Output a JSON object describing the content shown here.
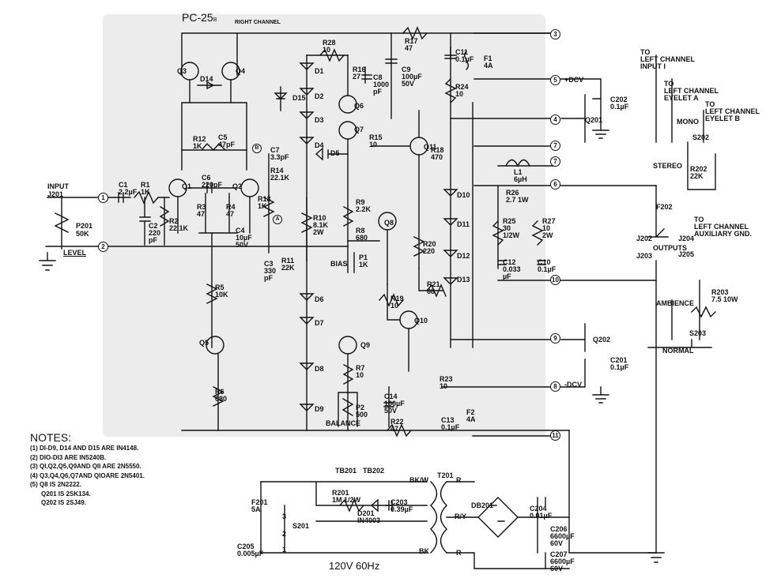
{
  "title": "PC-25",
  "title_suffix": "B",
  "channel": "RIGHT CHANNEL",
  "mains": "120V  60Hz",
  "input": {
    "label": "INPUT",
    "jack": "J201"
  },
  "level": {
    "pot": "P201",
    "value": "50K",
    "label": "LEVEL"
  },
  "terminals": [
    "1",
    "2",
    "3",
    "4",
    "5",
    "6",
    "7",
    "7",
    "8",
    "9",
    "10",
    "11"
  ],
  "test_points": [
    "A",
    "B"
  ],
  "supply_labels": {
    "pos": "+DCV",
    "neg": "-DCV"
  },
  "components": {
    "C1": [
      "C1",
      "2.2µF"
    ],
    "R1": [
      "R1",
      "1K"
    ],
    "C2": [
      "C2",
      "220",
      "pF"
    ],
    "R2": [
      "R2",
      "22.1K"
    ],
    "Q1": "Q1",
    "Q2": "Q2",
    "Q3": "Q3",
    "Q4": "Q4",
    "Q5": "Q5",
    "Q6": "Q6",
    "Q7": "Q7",
    "Q8": "Q8",
    "Q9": "Q9",
    "Q10": "Q10",
    "Q11": "Q11",
    "D14": "D14",
    "R12": [
      "R12",
      "1K"
    ],
    "C5": [
      "C5",
      "47pF"
    ],
    "C6": [
      "C6",
      "220pF"
    ],
    "R3": [
      "R3",
      "47"
    ],
    "R4": [
      "R4",
      "47"
    ],
    "C4": [
      "C4",
      "10µF",
      "50V"
    ],
    "R5": [
      "R5",
      "10K"
    ],
    "R6": [
      "R6",
      "680"
    ],
    "C7": [
      "C7",
      "3.3pF"
    ],
    "R14": [
      "R14",
      "22.1K"
    ],
    "R13": [
      "R13",
      "1K"
    ],
    "C3": [
      "C3",
      "330",
      "pF"
    ],
    "R11": [
      "R11",
      "22K"
    ],
    "R28": [
      "R28",
      "10"
    ],
    "D1": "D1",
    "D2": "D2",
    "D15": "D15",
    "D3": "D3",
    "D4": "D4",
    "D5": "D5",
    "D6": "D6",
    "D7": "D7",
    "D8": "D8",
    "D9": "D9",
    "R10": [
      "R10",
      "8.1K",
      "2W"
    ],
    "R16": [
      "R16",
      "27"
    ],
    "C8": [
      "C8",
      "1000",
      "pF"
    ],
    "C9": [
      "C9",
      "100µF",
      "50V"
    ],
    "R17": [
      "R17",
      "47"
    ],
    "R15": [
      "R15",
      "10"
    ],
    "R9": [
      "R9",
      "2.2K"
    ],
    "R8": [
      "R8",
      "680"
    ],
    "P1": [
      "P1",
      "1K"
    ],
    "BIAS": "BIAS",
    "R19": [
      "R19",
      "10"
    ],
    "R7": [
      "R7",
      "10"
    ],
    "P2": [
      "P2",
      "500"
    ],
    "BALANCE": "BALANCE",
    "C14": [
      "C14",
      "100µF",
      "50V"
    ],
    "R22": [
      "R22",
      "47"
    ],
    "R23": [
      "R23",
      "10"
    ],
    "C13": [
      "C13",
      "0.1µF"
    ],
    "F2": [
      "F2",
      "4A"
    ],
    "R18": [
      "R18",
      "470"
    ],
    "R20": [
      "R20",
      "220"
    ],
    "R21": [
      "R21",
      "68"
    ],
    "D10": "D10",
    "D11": "D11",
    "D12": "D12",
    "D13": "D13",
    "C11": [
      "C11",
      "0.1µF"
    ],
    "F1": [
      "F1",
      "4A"
    ],
    "R24": [
      "R24",
      "10"
    ],
    "C202": [
      "C202",
      "0.1µF"
    ],
    "Q201": "Q201",
    "Q202": "Q202",
    "C201": [
      "C201",
      "0.1µF"
    ],
    "L1": [
      "L1",
      "6µH"
    ],
    "R26": [
      "R26",
      "2.7",
      "1W"
    ],
    "R25": [
      "R25",
      "30",
      "1/2W"
    ],
    "R27": [
      "R27",
      "10",
      "2W"
    ],
    "C12": [
      "C12",
      "0.033",
      "µF"
    ],
    "C10": [
      "C10",
      "0.1µF"
    ],
    "TB201": "TB201",
    "TB202": "TB202",
    "R201": [
      "R201",
      "1M",
      "1/2W"
    ],
    "D201": [
      "D201",
      "IN4003"
    ],
    "C203": [
      "C203",
      "0.39µF"
    ],
    "F201": [
      "F201",
      "5A"
    ],
    "S201": "S201",
    "C205": [
      "C205",
      "0.005µF"
    ],
    "T201": "T201",
    "DB201": "DB201",
    "C204": [
      "C204",
      "0.01µF"
    ],
    "C206": [
      "C206",
      "6600µF",
      "60V"
    ],
    "C207": [
      "C207",
      "6600µF",
      "60V"
    ],
    "wire_labels": {
      "bkw": "BK/W",
      "ry": "R/Y",
      "bk": "BK",
      "r1": "R",
      "r2": "R"
    },
    "S201_pins": [
      "3",
      "2",
      "1"
    ]
  },
  "right_side": {
    "to_input": [
      "TO",
      "LEFT CHANNEL",
      "INPUT  I"
    ],
    "to_eyelet_a": [
      "TO",
      "LEFT CHANNEL",
      "EYELET  A"
    ],
    "to_eyelet_b": [
      "TO",
      "LEFT CHANNEL",
      "EYELET  B"
    ],
    "mono": "MONO",
    "s202": "S202",
    "stereo": "STEREO",
    "r202": [
      "R202",
      "22K"
    ],
    "f202": "F202",
    "j202": "J202",
    "j204": "J204",
    "j203": "J203",
    "j205": "J205",
    "outputs": "OUTPUTS",
    "to_aux": [
      "TO",
      "LEFT CHANNEL",
      "AUXILIARY GND."
    ],
    "r203": [
      "R203",
      "7.5   10W"
    ],
    "ambience": "AMBIENCE",
    "s203": "S203",
    "normal": "NORMAL"
  },
  "notes": {
    "heading": "NOTES:",
    "items": [
      {
        "n": "1",
        "text": "DI-D9, D14 AND D15 ARE IN4148."
      },
      {
        "n": "2",
        "text": "DIO-DI3 ARE IN5240B."
      },
      {
        "n": "3",
        "text": "QI,Q2,Q5,Q9AND QII ARE 2N5550."
      },
      {
        "n": "4",
        "text": "Q3,Q4,Q6,Q7AND QIOARE 2N5401."
      },
      {
        "n": "5",
        "text": "Q8 IS 2N2222."
      }
    ],
    "extra": [
      "Q201 IS 2SK134.",
      "Q202 IS 2SJ49."
    ]
  }
}
